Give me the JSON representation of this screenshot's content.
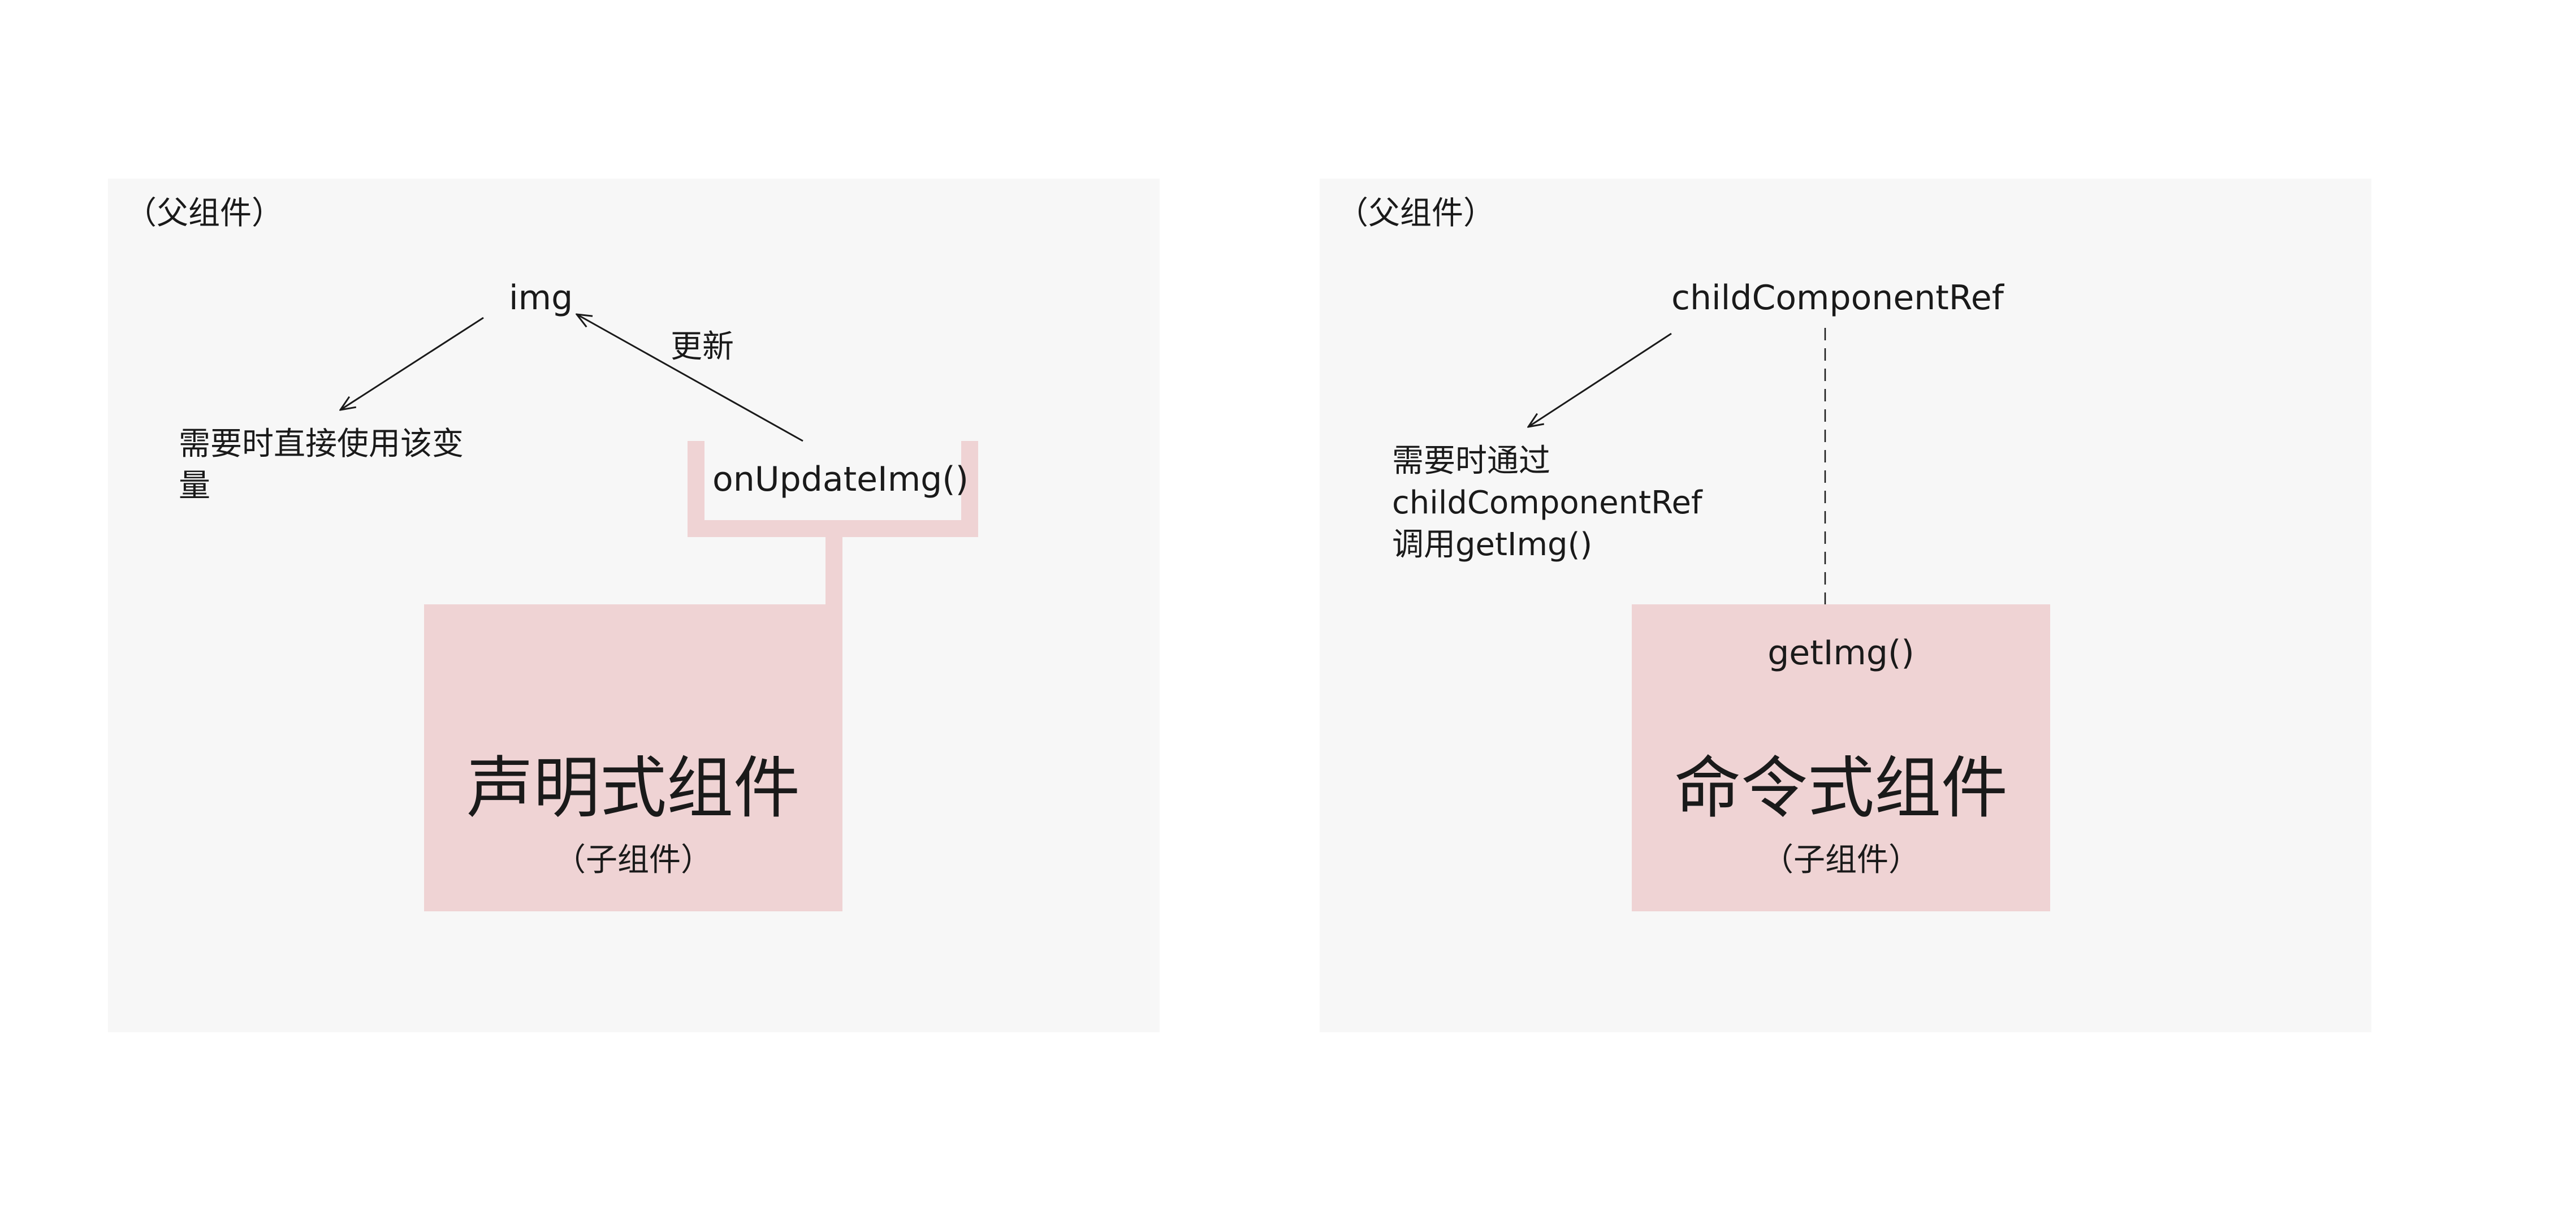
{
  "left": {
    "parent_label": "（父组件）",
    "state_var": "img",
    "update_label": "更新",
    "usage_note": [
      "需要时直接使用该变",
      "量"
    ],
    "callback_label": "onUpdateImg()",
    "child_title": "声明式组件",
    "child_subtitle": "（子组件）"
  },
  "right": {
    "parent_label": "（父组件）",
    "ref_var": "childComponentRef",
    "usage_note": [
      "需要时通过",
      "childComponentRef",
      "调用getImg()"
    ],
    "method_label": "getImg()",
    "child_title": "命令式组件",
    "child_subtitle": "（子组件）"
  },
  "colors": {
    "panel_bg": "#f7f7f7",
    "child_bg": "#efd3d4",
    "text": "#1a1a1a"
  }
}
